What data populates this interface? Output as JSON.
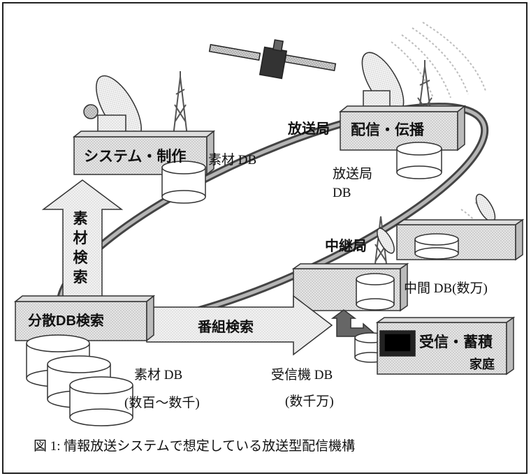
{
  "nodes": {
    "system": "システム・制作",
    "system_db": "素材 DB",
    "station_label": "放送局",
    "distribution": "配信・伝播",
    "station_db_line1": "放送局",
    "station_db_line2": "DB",
    "relay_label": "中継局",
    "relay_db": "中間 DB(数万)",
    "dist_search": "分散DB検索",
    "material_db": "素材 DB",
    "material_db_count": "(数百～数千)",
    "receiver_db": "受信機 DB",
    "receiver_db_count": "(数千万)",
    "receive_store": "受信・蓄積",
    "home": "家庭"
  },
  "arrows": {
    "material_search": "素材検索",
    "program_search": "番組検索"
  },
  "caption": "図 1: 情報放送システムで想定している放送型配信機構"
}
